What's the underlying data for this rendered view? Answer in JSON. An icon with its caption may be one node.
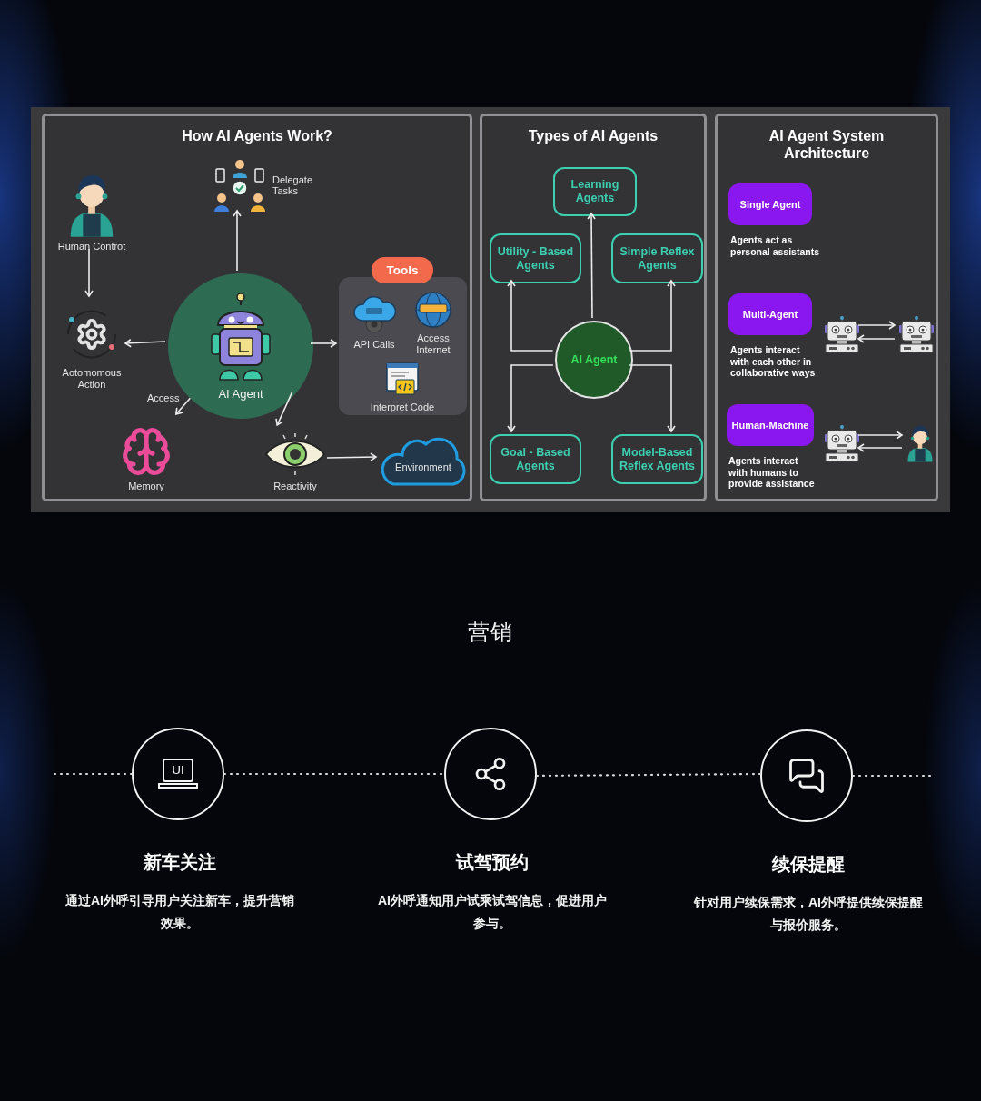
{
  "diagram": {
    "nodes": [
      {
        "text": [
          "How AI Agents Work?"
        ]
      },
      {
        "text": [
          "Types of AI Agents"
        ]
      },
      {
        "text": [
          "AI Agent System Architecture"
        ]
      },
      {
        "text": [
          "Human Controt"
        ],
        "in": 0
      },
      {
        "text": [
          "Delegate Tasks"
        ],
        "in": 0
      },
      {
        "text": [
          "Aotomomous Action"
        ],
        "in": 0
      },
      {
        "text": [
          "AI Agent"
        ],
        "in": 0
      },
      {
        "text": [
          "Tools"
        ],
        "in": 0
      },
      {
        "text": [
          "API Calls"
        ],
        "in": 7
      },
      {
        "text": [
          "Access Internet"
        ],
        "in": 7
      },
      {
        "text": [
          "Interpret Code"
        ],
        "in": 7
      },
      {
        "text": [
          "Memory"
        ],
        "in": 0
      },
      {
        "text": [
          "Reactivity"
        ],
        "in": 0
      },
      {
        "text": [
          "Environment"
        ],
        "in": 0
      },
      {
        "text": [
          "Learning Agents"
        ],
        "in": 1
      },
      {
        "text": [
          "Utility - Based Agents"
        ],
        "in": 1
      },
      {
        "text": [
          "Simple Reflex Agents"
        ],
        "in": 1
      },
      {
        "text": [
          "AI Agent"
        ],
        "in": 1
      },
      {
        "text": [
          "Goal - Based Agents"
        ],
        "in": 1
      },
      {
        "text": [
          "Model-Based Reflex Agents"
        ],
        "in": 1
      },
      {
        "text": [
          "Single Agent"
        ],
        "in": 2,
        "beside": [
          "Agents act as personal assistants"
        ]
      },
      {
        "text": [
          "Multi-Agent"
        ],
        "in": 2,
        "beside": [
          "Agents interact with each other in collaborative ways"
        ]
      },
      {
        "text": [],
        "shape": "picture",
        "in": 2
      },
      {
        "text": [],
        "shape": "picture",
        "in": 2
      },
      {
        "text": [
          "Human-Machine"
        ],
        "in": 2,
        "beside": [
          "Agents interact with humans to provide assistance"
        ]
      },
      {
        "text": [],
        "shape": "picture",
        "in": 2
      },
      {
        "text": [],
        "shape": "picture",
        "in": 2
      },
      {
        "text": [
          "UI"
        ],
        "beside": [
          "新车关注",
          "通过AI外呼引导用户关注新车，提升营销效果。"
        ]
      },
      {
        "text": [],
        "shape": "circle",
        "beside": [
          "试驾预约",
          "AI外呼通知用户试乘试驾信息，促进用户参与。"
        ]
      },
      {
        "text": [],
        "shape": "circle",
        "beside": [
          "续保提醒",
          "针对用户续保需求，AI外呼提供续保提醒与报价服务。"
        ]
      }
    ],
    "edges": [
      {
        "from": 3,
        "to": 5,
        "arrow": "to"
      },
      {
        "from": 6,
        "to": 4,
        "arrow": "to"
      },
      {
        "from": 6,
        "to": 5,
        "arrow": "to"
      },
      {
        "from": 6,
        "to": 7,
        "arrow": "to"
      },
      {
        "from": 6,
        "to": 11,
        "arrow": "to",
        "label": "Access"
      },
      {
        "from": 6,
        "to": 12,
        "arrow": "to"
      },
      {
        "from": 12,
        "to": 13,
        "arrow": "to"
      },
      {
        "from": 17,
        "to": 14,
        "arrow": "to"
      },
      {
        "from": 17,
        "to": 15,
        "arrow": "to"
      },
      {
        "from": 17,
        "to": 16,
        "arrow": "to"
      },
      {
        "from": 17,
        "to": 18,
        "arrow": "to"
      },
      {
        "from": 17,
        "to": 19,
        "arrow": "to"
      },
      {
        "from": 22,
        "to": 23,
        "arrow": "to"
      },
      {
        "from": 23,
        "to": 22,
        "arrow": "to"
      },
      {
        "from": 25,
        "to": 26,
        "arrow": "to"
      },
      {
        "from": 26,
        "to": 25,
        "arrow": "to"
      },
      {
        "from": null,
        "to": 27,
        "arrow": "none",
        "style": "dashed"
      },
      {
        "from": 27,
        "to": 28,
        "arrow": "none",
        "style": "dashed"
      },
      {
        "from": 28,
        "to": 29,
        "arrow": "none",
        "style": "dashed"
      },
      {
        "from": 29,
        "to": null,
        "arrow": "none",
        "style": "dashed"
      }
    ],
    "labels": [
      "营销"
    ]
  }
}
